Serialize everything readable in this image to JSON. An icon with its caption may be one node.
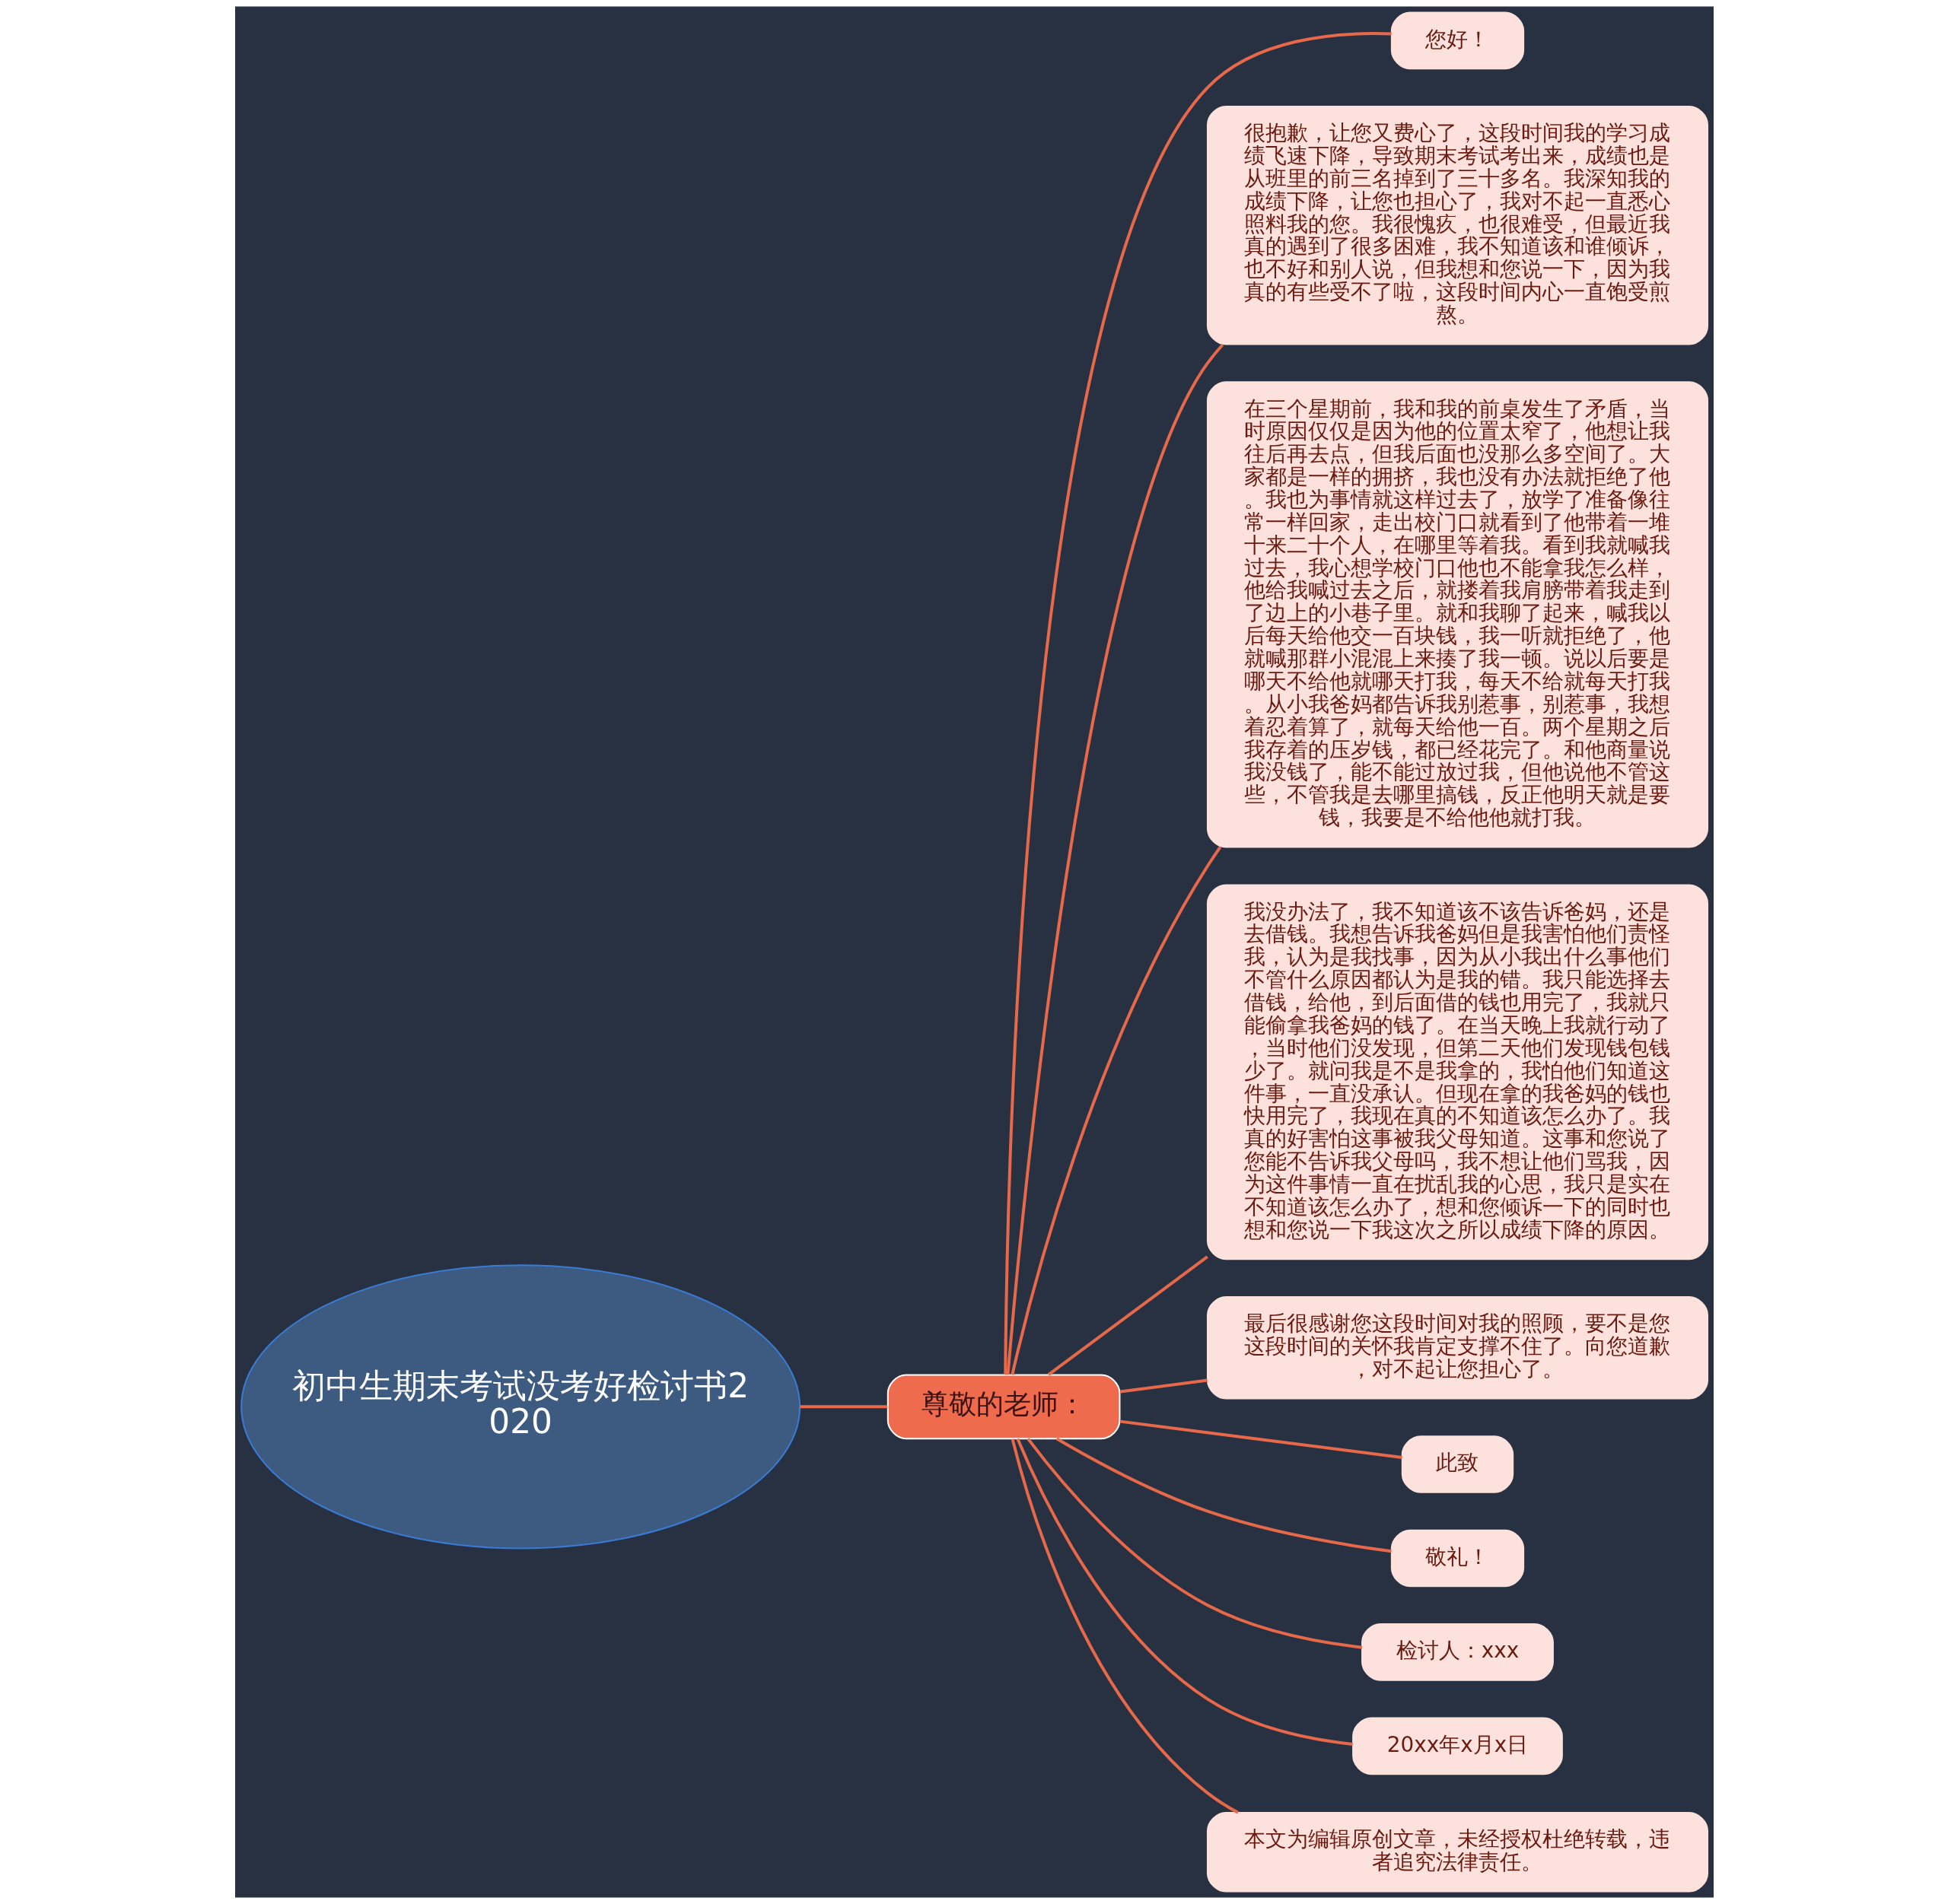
{
  "diagram": {
    "nodes": [
      {
        "text": [
          "初中生期末考试没考好检讨书2020"
        ]
      },
      {
        "text": [
          "尊敬的老师："
        ]
      },
      {
        "text": [
          "您好！"
        ]
      },
      {
        "text": [
          "很抱歉，让您又费心了，这段时间我的学习成绩飞速下降，导致期末考试考出来，成绩也是从班里的前三名掉到了三十多名。我深知我的成绩下降，让您也担心了，我对不起一直悉心照料我的您。我很愧疚，也很难受，但最近我真的遇到了很多困难，我不知道该和谁倾诉，也不好和别人说，但我想和您说一下，因为我真的有些受不了啦，这段时间内心一直饱受煎熬。"
        ]
      },
      {
        "text": [
          "在三个星期前，我和我的前桌发生了矛盾，当时原因仅仅是因为他的位置太窄了，他想让我往后再去点，但我后面也没那么多空间了。大家都是一样的拥挤，我也没有办法就拒绝了他。我也为事情就这样过去了，放学了准备像往常一样回家，走出校门口就看到了他带着一堆十来二十个人，在哪里等着我。看到我就喊我过去，我心想学校门口他也不能拿我怎么样，他给我喊过去之后，就搂着我肩膀带着我走到了边上的小巷子里。就和我聊了起来，喊我以后每天给他交一百块钱，我一听就拒绝了，他就喊那群小混混上来揍了我一顿。说以后要是哪天不给他就哪天打我，每天不给就每天打我。从小我爸妈都告诉我别惹事，别惹事，我想着忍着算了，就每天给他一百。两个星期之后我存着的压岁钱，都已经花完了。和他商量说我没钱了，能不能过放过我，但他说他不管这些，不管我是去哪里搞钱，反正他明天就是要钱，我要是不给他他就打我。"
        ]
      },
      {
        "text": [
          "我没办法了，我不知道该不该告诉爸妈，还是去借钱。我想告诉我爸妈但是我害怕他们责怪我，认为是我找事，因为从小我出什么事他们不管什么原因都认为是我的错。我只能选择去借钱，给他，到后面借的钱也用完了，我就只能偷拿我爸妈的钱了。在当天晚上我就行动了，当时他们没发现，但第二天他们发现钱包钱少了。就问我是不是我拿的，我怕他们知道这件事，一直没承认。但现在拿的我爸妈的钱也快用完了，我现在真的不知道该怎么办了。我真的好害怕这事被我父母知道。这事和您说了您能不告诉我父母吗，我不想让他们骂我，因为这件事情一直在扰乱我的心思，我只是实在不知道该怎么办了，想和您倾诉一下的同时也想和您说一下我这次之所以成绩下降的原因。"
        ]
      },
      {
        "text": [
          "最后很感谢您这段时间对我的照顾，要不是您这段时间的关怀我肯定支撑不住了。向您道歉，对不起让您担心了。"
        ]
      },
      {
        "text": [
          "此致"
        ]
      },
      {
        "text": [
          "敬礼！"
        ]
      },
      {
        "text": [
          "检讨人：xxx"
        ]
      },
      {
        "text": [
          "20xx年x月x日"
        ]
      },
      {
        "text": [
          "本文为编辑原创文章，未经授权杜绝转载，违者追究法律责任。"
        ]
      }
    ],
    "edges": [
      {
        "from": 0,
        "to": 1,
        "arrow": "none"
      },
      {
        "from": 1,
        "to": 2,
        "arrow": "none"
      },
      {
        "from": 1,
        "to": 3,
        "arrow": "none"
      },
      {
        "from": 1,
        "to": 4,
        "arrow": "none"
      },
      {
        "from": 1,
        "to": 5,
        "arrow": "none"
      },
      {
        "from": 1,
        "to": 6,
        "arrow": "none"
      },
      {
        "from": 1,
        "to": 7,
        "arrow": "none"
      },
      {
        "from": 1,
        "to": 8,
        "arrow": "none"
      },
      {
        "from": 1,
        "to": 9,
        "arrow": "none"
      },
      {
        "from": 1,
        "to": 10,
        "arrow": "none"
      },
      {
        "from": 1,
        "to": 11,
        "arrow": "none"
      }
    ]
  }
}
